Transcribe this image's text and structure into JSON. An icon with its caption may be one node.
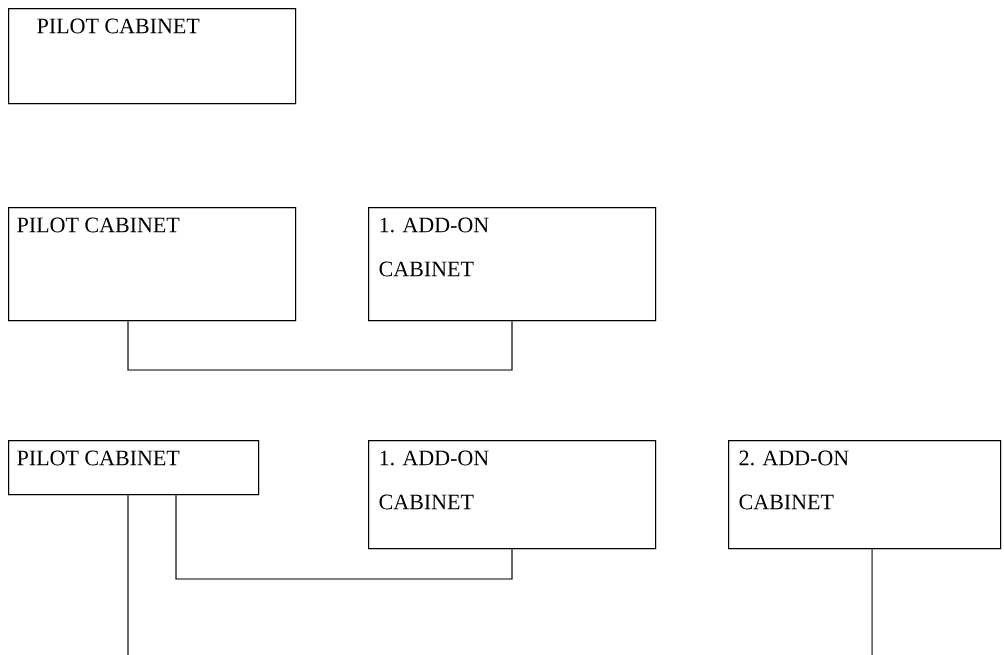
{
  "diagram": {
    "nodes": [
      {
        "text": [
          "PILOT CABINET"
        ]
      },
      {
        "text": [
          "PILOT CABINET"
        ]
      },
      {
        "text": [
          "1. ADD-ON CABINET"
        ]
      },
      {
        "text": [
          "PILOT CABINET"
        ]
      },
      {
        "text": [
          "1. ADD-ON CABINET"
        ]
      },
      {
        "text": [
          "2. ADD-ON CABINET"
        ]
      }
    ],
    "edges": [
      {
        "from": 1,
        "to": 2,
        "arrow": "none"
      },
      {
        "from": 3,
        "to": 4,
        "arrow": "none"
      },
      {
        "from": 3,
        "to": null,
        "arrow": "none"
      },
      {
        "from": 5,
        "to": null,
        "arrow": "none"
      }
    ]
  }
}
